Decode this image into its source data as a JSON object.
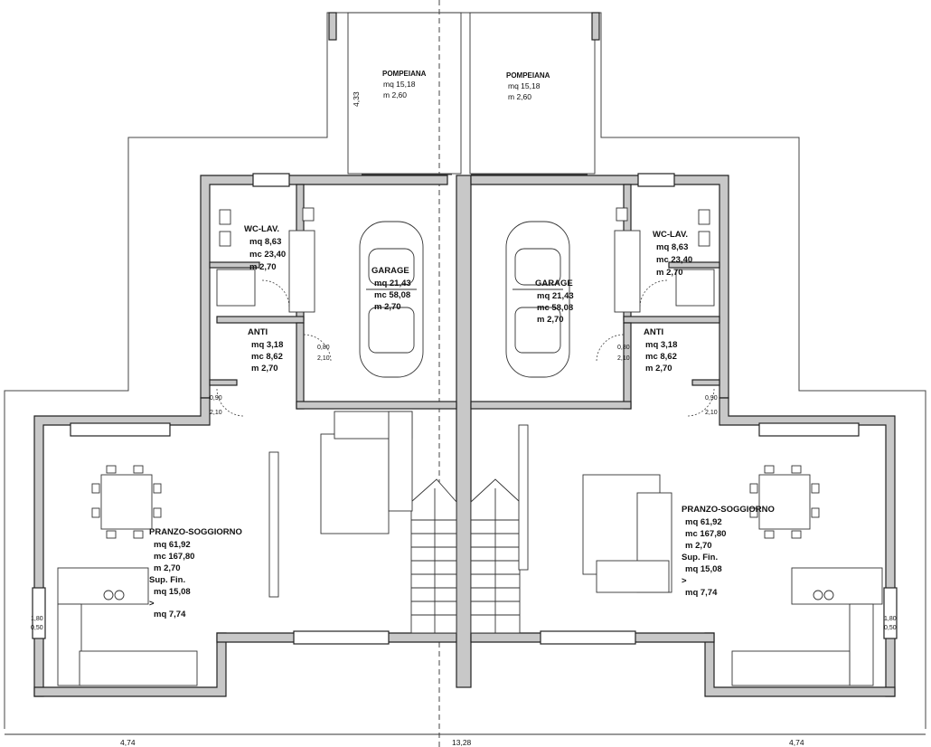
{
  "pompeiana_left": {
    "name": "POMPEIANA",
    "mq": "mq 15,18",
    "m": "m  2,60",
    "dim": "4,33"
  },
  "pompeiana_right": {
    "name": "POMPEIANA",
    "mq": "mq 15,18",
    "m": "m  2,60"
  },
  "wc_left": {
    "name": "WC-LAV.",
    "mq": "mq 8,63",
    "mc": "mc 23,40",
    "m": "m  2,70"
  },
  "wc_right": {
    "name": "WC-LAV.",
    "mq": "mq 8,63",
    "mc": "mc 23,40",
    "m": "m  2,70"
  },
  "garage_left": {
    "name": "GARAGE",
    "mq": "mq 21,43",
    "mc": "mc 58,08",
    "m": "m  2,70"
  },
  "garage_right": {
    "name": "GARAGE",
    "mq": "mq 21,43",
    "mc": "mc 58,08",
    "m": "m  2,70"
  },
  "anti_left": {
    "name": "ANTI",
    "mq": "mq 3,18",
    "mc": "mc 8,62",
    "m": "m  2,70"
  },
  "anti_right": {
    "name": "ANTI",
    "mq": "mq 3,18",
    "mc": "mc 8,62",
    "m": "m  2,70"
  },
  "pranzo_left": {
    "name": "PRANZO-SOGGIORNO",
    "mq": "mq 61,92",
    "mc": "mc 167,80",
    "m": "m  2,70",
    "sup": "Sup. Fin.",
    "sup_mq": "mq 15,08",
    "gt": ">",
    "min_mq": "mq 7,74"
  },
  "pranzo_right": {
    "name": "PRANZO-SOGGIORNO",
    "mq": "mq 61,92",
    "mc": "mc 167,80",
    "m": "m  2,70",
    "sup": "Sup. Fin.",
    "sup_mq": "mq 15,08",
    "gt": ">",
    "min_mq": "mq 7,74"
  },
  "dims": {
    "bottom_left": "4,74",
    "bottom_center": "13,28",
    "bottom_right": "4,74",
    "door_080_a": "0,80",
    "door_210_a": "2,10",
    "door_090_a": "0,90",
    "door_210_b": "2,10",
    "door_080_b": "0,80",
    "door_210_c": "2,10",
    "door_090_b": "0,90",
    "door_210_d": "2,10",
    "win_left_top": "1,80",
    "win_left_bot": "0,50",
    "win_right_top": "1,80",
    "win_right_bot": "0,50"
  }
}
